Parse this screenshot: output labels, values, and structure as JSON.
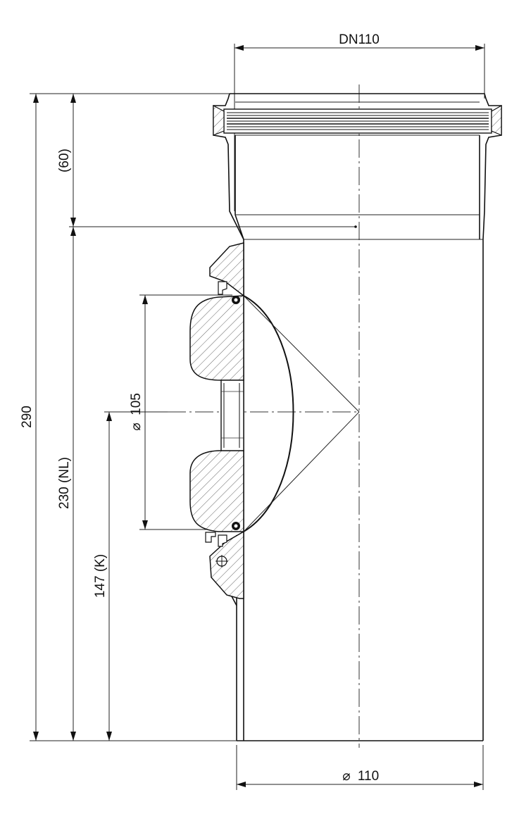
{
  "drawing": {
    "top_dimension": "DN110",
    "bottom_dimension": "110",
    "bottom_diameter_symbol": "⌀",
    "opening_dimension": "105",
    "opening_diameter_symbol": "⌀",
    "total_height": "290",
    "socket_depth": "(60)",
    "nominal_length": "230 (NL)",
    "center_height": "147 (K)"
  }
}
